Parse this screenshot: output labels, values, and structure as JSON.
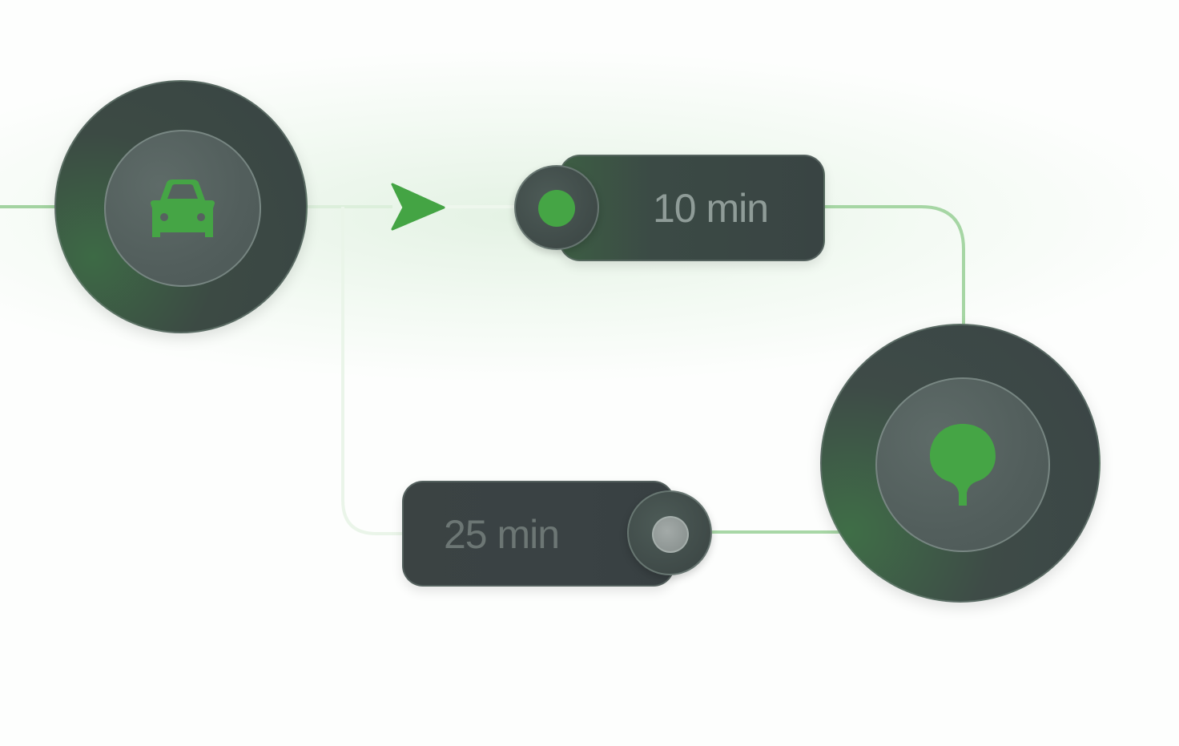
{
  "diagram": {
    "nodes": [
      {
        "id": "car",
        "icon": "car-icon"
      },
      {
        "id": "tree",
        "icon": "tree-icon"
      }
    ],
    "badges": [
      {
        "label": "10 min",
        "indicator": "active"
      },
      {
        "label": "25 min",
        "indicator": "inactive"
      }
    ],
    "direction_icon": "arrow-right-icon"
  },
  "colors": {
    "accent": "#45a545",
    "route_active": "#a6d6a4",
    "route_faded": "#e5f3e4",
    "node_dark": "#3b4646"
  }
}
